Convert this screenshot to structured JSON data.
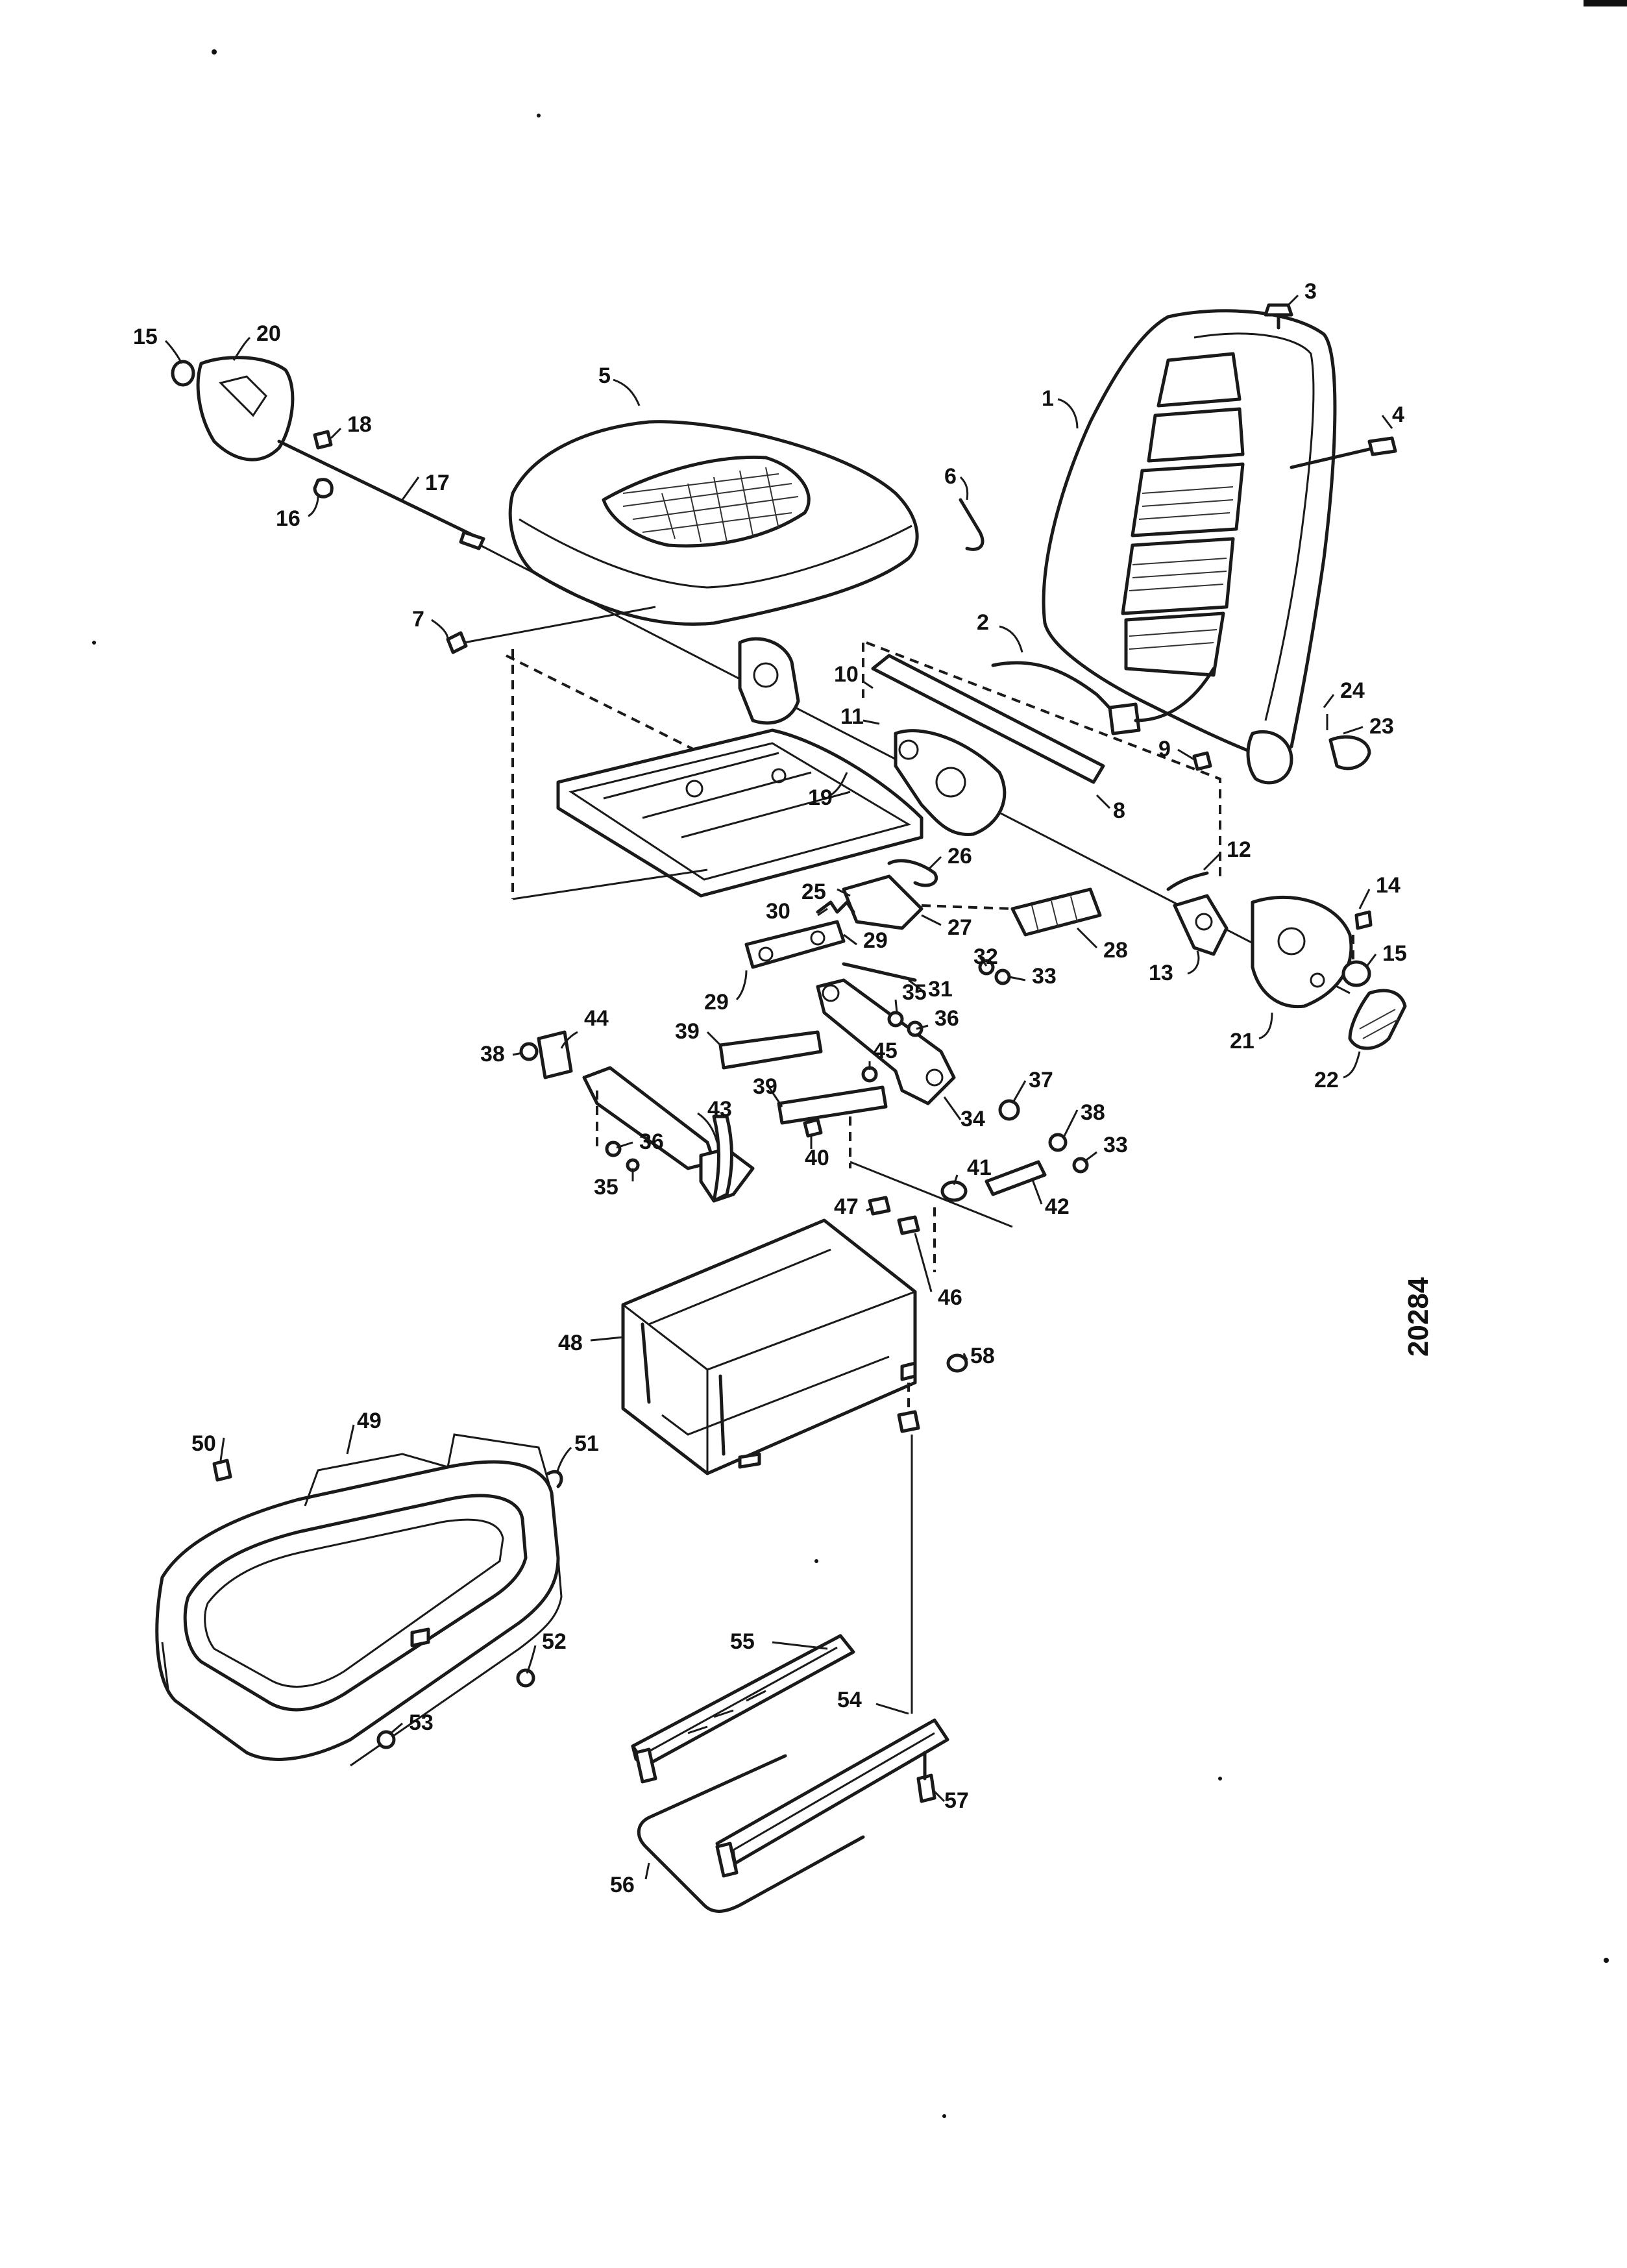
{
  "figure_ref": "20284",
  "callouts": [
    {
      "label": "1"
    },
    {
      "label": "2"
    },
    {
      "label": "3"
    },
    {
      "label": "4"
    },
    {
      "label": "5"
    },
    {
      "label": "6"
    },
    {
      "label": "7"
    },
    {
      "label": "8"
    },
    {
      "label": "9"
    },
    {
      "label": "10"
    },
    {
      "label": "11"
    },
    {
      "label": "12"
    },
    {
      "label": "13"
    },
    {
      "label": "14"
    },
    {
      "label": "15"
    },
    {
      "label": "15"
    },
    {
      "label": "16"
    },
    {
      "label": "17"
    },
    {
      "label": "18"
    },
    {
      "label": "19"
    },
    {
      "label": "20"
    },
    {
      "label": "21"
    },
    {
      "label": "22"
    },
    {
      "label": "23"
    },
    {
      "label": "24"
    },
    {
      "label": "25"
    },
    {
      "label": "26"
    },
    {
      "label": "27"
    },
    {
      "label": "28"
    },
    {
      "label": "29"
    },
    {
      "label": "29"
    },
    {
      "label": "30"
    },
    {
      "label": "31"
    },
    {
      "label": "32"
    },
    {
      "label": "33"
    },
    {
      "label": "33"
    },
    {
      "label": "34"
    },
    {
      "label": "35"
    },
    {
      "label": "35"
    },
    {
      "label": "36"
    },
    {
      "label": "36"
    },
    {
      "label": "37"
    },
    {
      "label": "38"
    },
    {
      "label": "38"
    },
    {
      "label": "39"
    },
    {
      "label": "39"
    },
    {
      "label": "40"
    },
    {
      "label": "41"
    },
    {
      "label": "42"
    },
    {
      "label": "43"
    },
    {
      "label": "44"
    },
    {
      "label": "45"
    },
    {
      "label": "46"
    },
    {
      "label": "47"
    },
    {
      "label": "48"
    },
    {
      "label": "49"
    },
    {
      "label": "50"
    },
    {
      "label": "51"
    },
    {
      "label": "52"
    },
    {
      "label": "53"
    },
    {
      "label": "54"
    },
    {
      "label": "55"
    },
    {
      "label": "56"
    },
    {
      "label": "57"
    },
    {
      "label": "58"
    }
  ]
}
